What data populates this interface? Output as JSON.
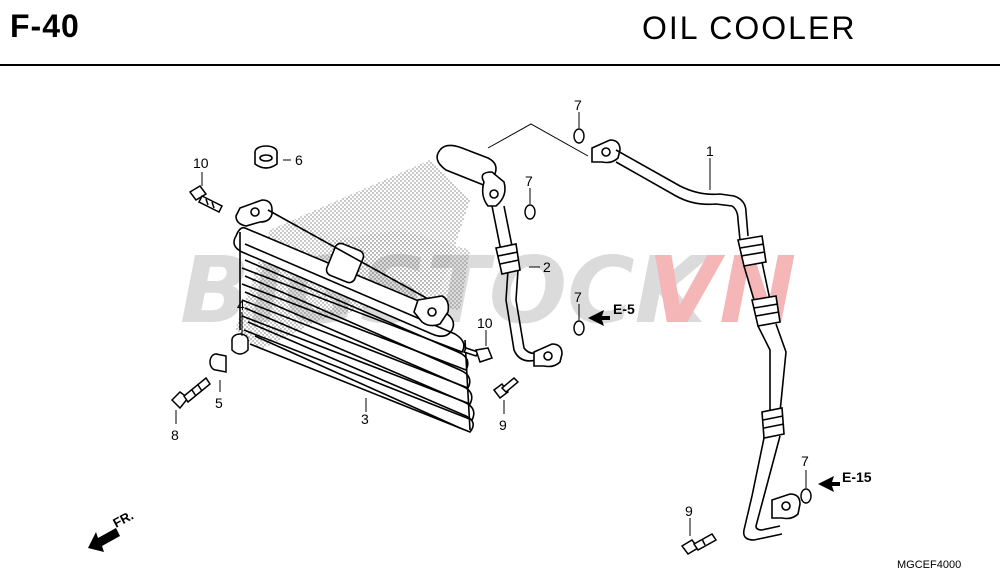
{
  "header": {
    "code": "F-40",
    "title": "OIL  COOLER"
  },
  "watermark": {
    "text_gray": "BIGSTOCK",
    "text_red": "VN",
    "color_gray": "#9a9a9a",
    "color_red": "#e03030"
  },
  "callouts": {
    "c1": "1",
    "c2": "2",
    "c3": "3",
    "c4": "4",
    "c5": "5",
    "c6": "6",
    "c7a": "7",
    "c7b": "7",
    "c7c": "7",
    "c7d": "7",
    "c8": "8",
    "c9a": "9",
    "c9b": "9",
    "c10a": "10",
    "c10b": "10"
  },
  "references": {
    "e5": "E-5",
    "e15": "E-15"
  },
  "direction": {
    "label": "FR."
  },
  "diagram_code": "MGCEF4000"
}
